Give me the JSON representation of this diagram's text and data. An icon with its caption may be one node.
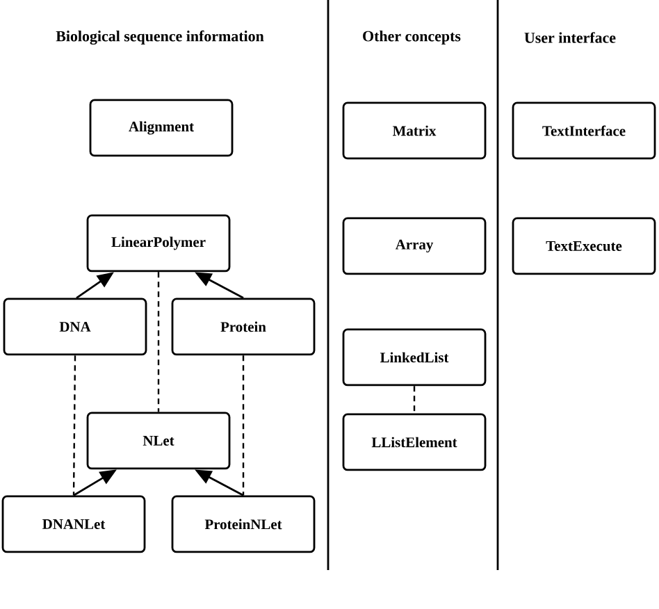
{
  "diagram": {
    "nodes": [
      {
        "text": [
          "Alignment"
        ]
      },
      {
        "text": [
          "LinearPolymer"
        ]
      },
      {
        "text": [
          "DNA"
        ]
      },
      {
        "text": [
          "Protein"
        ]
      },
      {
        "text": [
          "NLet"
        ]
      },
      {
        "text": [
          "DNANLet"
        ]
      },
      {
        "text": [
          "ProteinNLet"
        ]
      },
      {
        "text": [
          "Matrix"
        ]
      },
      {
        "text": [
          "Array"
        ]
      },
      {
        "text": [
          "LinkedList"
        ]
      },
      {
        "text": [
          "LListElement"
        ]
      },
      {
        "text": [
          "TextInterface"
        ]
      },
      {
        "text": [
          "TextExecute"
        ]
      }
    ],
    "edges": [
      {
        "from": 2,
        "to": 1,
        "arrow": "to"
      },
      {
        "from": 3,
        "to": 1,
        "arrow": "to"
      },
      {
        "from": 1,
        "to": 4,
        "arrow": "none",
        "style": "dashed"
      },
      {
        "from": 2,
        "to": 5,
        "arrow": "none",
        "style": "dashed"
      },
      {
        "from": 3,
        "to": 6,
        "arrow": "none",
        "style": "dashed"
      },
      {
        "from": 5,
        "to": 4,
        "arrow": "to"
      },
      {
        "from": 6,
        "to": 4,
        "arrow": "to"
      },
      {
        "from": 9,
        "to": 10,
        "arrow": "none",
        "style": "dashed"
      }
    ],
    "labels": [
      "Biological sequence information",
      "Other concepts",
      "User interface"
    ]
  }
}
